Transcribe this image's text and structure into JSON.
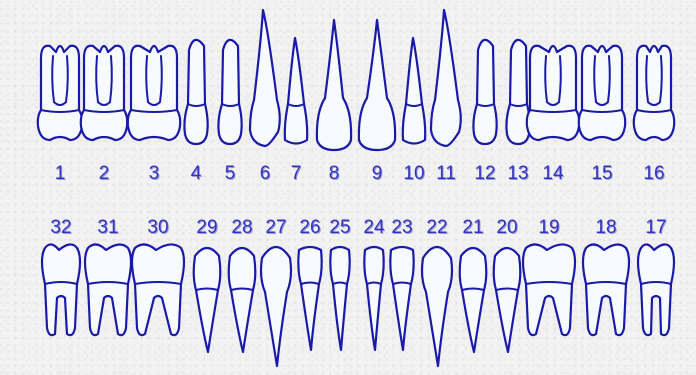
{
  "upper_numbers": [
    "1",
    "2",
    "3",
    "4",
    "5",
    "6",
    "7",
    "8",
    "9",
    "10",
    "11",
    "12",
    "13",
    "14",
    "15",
    "16"
  ],
  "lower_numbers": [
    "32",
    "31",
    "30",
    "29",
    "28",
    "27",
    "26",
    "25",
    "24",
    "23",
    "22",
    "21",
    "20",
    "19",
    "18",
    "17"
  ],
  "colors": {
    "outline": "#1a1aa8",
    "number": "#3333c0",
    "tooth_fill": "#f7fbff",
    "background": "#f2f2f2"
  }
}
